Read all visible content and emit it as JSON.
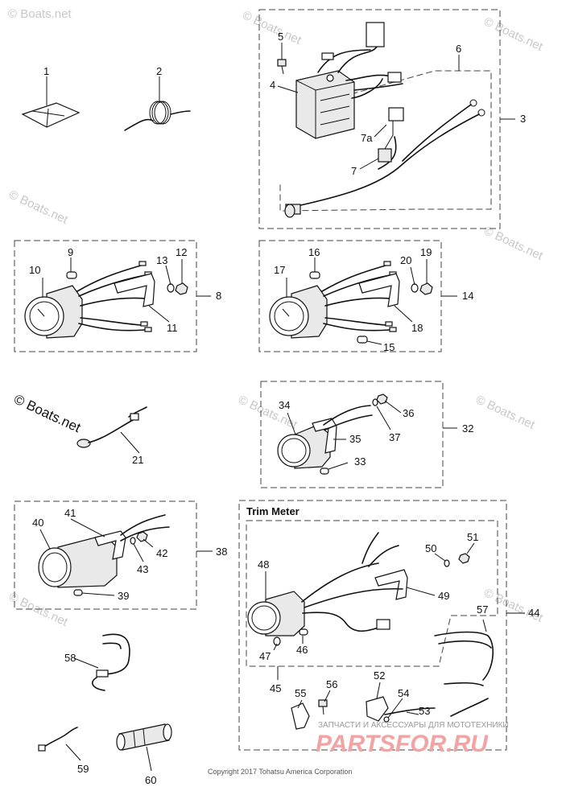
{
  "watermark": {
    "text": "© Boats.net"
  },
  "section_title": "Trim Meter",
  "copyright": "Copyright 2017 Tohatsu America Corporation",
  "shop_logo": {
    "tagline": "ЗАПЧАСТИ И АКСЕССУАРЫ ДЛЯ МОТОТЕХНИКИ",
    "name": "PARTSFOR.RU"
  },
  "callouts": {
    "c1": "1",
    "c2": "2",
    "c3": "3",
    "c4": "4",
    "c5": "5",
    "c6": "6",
    "c7": "7",
    "c7a": "7a",
    "c8": "8",
    "c9": "9",
    "c10": "10",
    "c11": "11",
    "c12": "12",
    "c13": "13",
    "c14": "14",
    "c15": "15",
    "c16": "16",
    "c17": "17",
    "c18": "18",
    "c19": "19",
    "c20": "20",
    "c21": "21",
    "c32": "32",
    "c33": "33",
    "c34": "34",
    "c35": "35",
    "c36": "36",
    "c37": "37",
    "c38": "38",
    "c39": "39",
    "c40": "40",
    "c41": "41",
    "c42": "42",
    "c43": "43",
    "c44": "44",
    "c45": "45",
    "c46": "46",
    "c47": "47",
    "c48": "48",
    "c49": "49",
    "c50": "50",
    "c51": "51",
    "c52": "52",
    "c53": "53",
    "c54": "54",
    "c55": "55",
    "c56": "56",
    "c57": "57",
    "c58": "58",
    "c59": "59",
    "c60": "60"
  }
}
